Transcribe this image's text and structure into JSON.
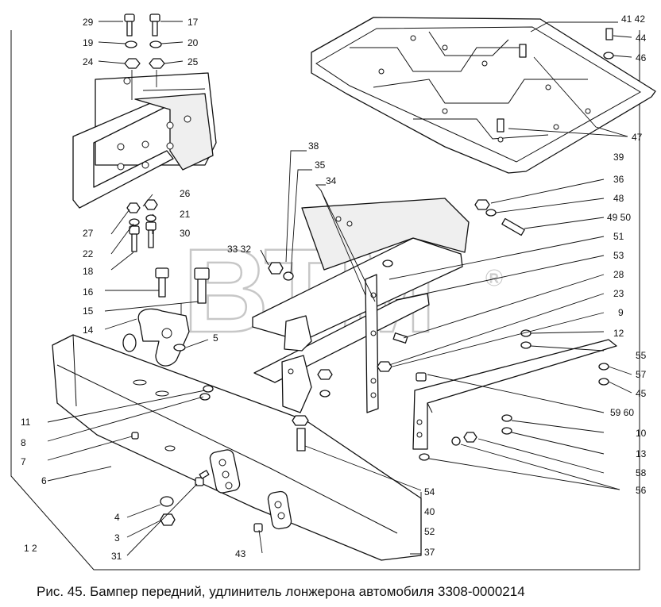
{
  "caption": "Рис. 45. Бампер передний, удлинитель лонжерона автомобиля 3308-0000214",
  "watermark": "ВТМ",
  "callouts": [
    {
      "id": "c29",
      "text": "29"
    },
    {
      "id": "c17",
      "text": "17"
    },
    {
      "id": "c19",
      "text": "19"
    },
    {
      "id": "c20",
      "text": "20"
    },
    {
      "id": "c24",
      "text": "24"
    },
    {
      "id": "c25",
      "text": "25"
    },
    {
      "id": "c4142",
      "text": "41 42"
    },
    {
      "id": "c44",
      "text": "44"
    },
    {
      "id": "c46",
      "text": "46"
    },
    {
      "id": "c47",
      "text": "47"
    },
    {
      "id": "c38",
      "text": "38"
    },
    {
      "id": "c35",
      "text": "35"
    },
    {
      "id": "c34",
      "text": "34"
    },
    {
      "id": "c39",
      "text": "39"
    },
    {
      "id": "c36",
      "text": "36"
    },
    {
      "id": "c48",
      "text": "48"
    },
    {
      "id": "c4950",
      "text": "49 50"
    },
    {
      "id": "c51",
      "text": "51"
    },
    {
      "id": "c53",
      "text": "53"
    },
    {
      "id": "c28",
      "text": "28"
    },
    {
      "id": "c23",
      "text": "23"
    },
    {
      "id": "c9",
      "text": "9"
    },
    {
      "id": "c12",
      "text": "12"
    },
    {
      "id": "c55",
      "text": "55"
    },
    {
      "id": "c57",
      "text": "57"
    },
    {
      "id": "c45",
      "text": "45"
    },
    {
      "id": "c5960",
      "text": "59 60"
    },
    {
      "id": "c10",
      "text": "10"
    },
    {
      "id": "c13",
      "text": "13"
    },
    {
      "id": "c58",
      "text": "58"
    },
    {
      "id": "c56",
      "text": "56"
    },
    {
      "id": "c26",
      "text": "26"
    },
    {
      "id": "c21",
      "text": "21"
    },
    {
      "id": "c27",
      "text": "27"
    },
    {
      "id": "c30",
      "text": "30"
    },
    {
      "id": "c22",
      "text": "22"
    },
    {
      "id": "c18",
      "text": "18"
    },
    {
      "id": "c3332",
      "text": "33 32"
    },
    {
      "id": "c16",
      "text": "16"
    },
    {
      "id": "c15",
      "text": "15"
    },
    {
      "id": "c14",
      "text": "14"
    },
    {
      "id": "c5",
      "text": "5"
    },
    {
      "id": "c11",
      "text": "11"
    },
    {
      "id": "c8",
      "text": "8"
    },
    {
      "id": "c7",
      "text": "7"
    },
    {
      "id": "c6",
      "text": "6"
    },
    {
      "id": "c4",
      "text": "4"
    },
    {
      "id": "c3",
      "text": "3"
    },
    {
      "id": "c31",
      "text": "31"
    },
    {
      "id": "c12a",
      "text": "1  2"
    },
    {
      "id": "c43",
      "text": "43"
    },
    {
      "id": "c54",
      "text": "54"
    },
    {
      "id": "c40",
      "text": "40"
    },
    {
      "id": "c52",
      "text": "52"
    },
    {
      "id": "c37",
      "text": "37"
    }
  ]
}
